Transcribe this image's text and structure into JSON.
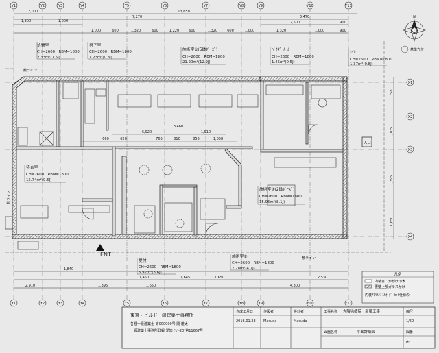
{
  "overall": {
    "total_width": "13,650",
    "sub_a": "7,270",
    "sub_b": "3,470",
    "sub_c": "2,500",
    "sub_d": "900",
    "left_a": "2,000",
    "left_b": "1,300",
    "left_c": "1,000"
  },
  "top_dims": [
    "1,000",
    "600",
    "1,320",
    "600",
    "1,220",
    "600",
    "1,320",
    "600",
    "1,000",
    "1,320",
    "1,000",
    "900"
  ],
  "grid_labels_top": [
    "Y1",
    "Y2",
    "Y3",
    "Y4",
    "Y5",
    "Y6",
    "Y7",
    "Y8",
    "Y9",
    "Y10",
    "Y11"
  ],
  "grid_labels_right": [
    "X1",
    "X2",
    "X3",
    "X4"
  ],
  "grid_labels_bottom": [
    "Y1",
    "Y2",
    "Y3",
    "Y4",
    "Y5",
    "Y6",
    "Y7",
    "Y8",
    "Y9",
    "Y10",
    "Y11"
  ],
  "interior_dims": [
    "6,920",
    "1,910",
    "3,460",
    "660",
    "620",
    "765",
    "810",
    "855",
    "1,058"
  ],
  "rooms": [
    {
      "name": "処置室",
      "spec": "CH=2600　RBM=1800",
      "area": "2.33m²(1.5J)"
    },
    {
      "name": "男子室",
      "spec": "CH=2600　RBM=1800",
      "area": "1.23m²(0.8J)"
    },
    {
      "name": "施術室①(5鉢ﾎﾟｰｽﾞ)",
      "spec": "CH=2600　RBM=1800",
      "area": "21.20m²(12.9J)"
    },
    {
      "name": "ﾊﾟｳﾀﾞｰﾙｰﾑ",
      "spec": "CH=2600　RBM=1800",
      "area": "1.45m²(0.5J)"
    },
    {
      "name": "ﾄｲﾚ",
      "spec": "CH=2600　RBM=1800",
      "area": "1.37m²(0.8J)"
    },
    {
      "name": "待合室",
      "spec": "CH=2600　RBM=1800",
      "area": "15.74m²(9.5J)"
    },
    {
      "name": "施術室③(2鉢ﾎﾟｰｽﾞ)",
      "spec": "CH=2600　RBM=1800",
      "area": "15.95m²(8.1J)"
    },
    {
      "name": "受付",
      "spec": "CH=2600　RBM=1800",
      "area": "5.92m²(3.6J)"
    },
    {
      "name": "施術室②",
      "spec": "CH=2600　RBM=1800",
      "area": "7.78m²(4.7J)"
    }
  ],
  "entrance_label": "ENT",
  "entrance_sub": "入口",
  "line_label": "敷ライン",
  "bottom_dims": {
    "a": "1,840",
    "b": "1,450",
    "c": "1,645",
    "d": "1,650",
    "e": "2,530",
    "f": "4,300",
    "g": "2,910",
    "h": "1,395",
    "i": "1,650"
  },
  "right_dims": [
    "758",
    "1,705",
    "1,395",
    "1,650"
  ],
  "legend": {
    "title": "凡例",
    "item1": "内装窓口かがけの木",
    "item2": "腰壁上部ガラスかけ",
    "note": "内装ｱｸﾘﾙﾊﾟﾈﾙｵｰﾀﾞｰｶｯﾄ仕様の"
  },
  "title_block": {
    "office_line1": "東京・ビルド一級建築士事務所",
    "office_line2": "各種一級建築士 第000000号 関 雄太",
    "office_line3": "一級建築士事務所登録 愛知 (い-20)第11667号",
    "date_label": "作成年月日",
    "date": "2016.01.23",
    "drawn_label": "作図者",
    "drawn": "Masuda",
    "checked_label": "設計者",
    "checked": "Masuda",
    "project_label": "工事名称",
    "project": "大隈治療院　新築工事",
    "drawing_label": "図面名称",
    "drawing": "平面詳細図",
    "scale_label": "縮尺",
    "scale": "1/50",
    "sheet_label": "図番",
    "sheet": "A-"
  },
  "north": "N",
  "north_note": "基準方位"
}
